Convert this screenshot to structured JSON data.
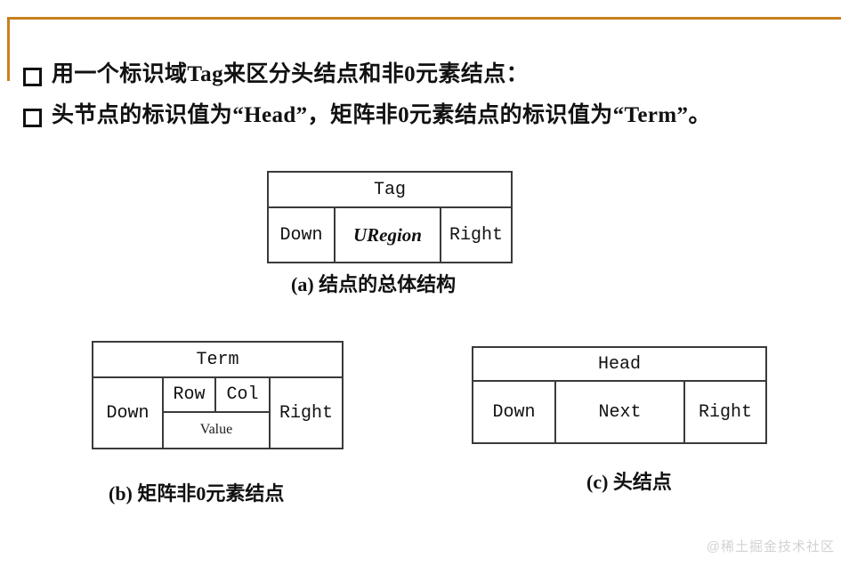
{
  "slide": {
    "background_color": "#ffffff",
    "accent_color": "#c8801f",
    "bullets": [
      {
        "text": "用一个标识域Tag来区分头结点和非0元素结点："
      },
      {
        "text": "头节点的标识值为“Head”，矩阵非0元素结点的标识值为“Term”。"
      }
    ]
  },
  "diagrams": {
    "general_node": {
      "tag": "Tag",
      "left": "Down",
      "middle": "URegion",
      "right": "Right",
      "caption": "(a) 结点的总体结构"
    },
    "term_node": {
      "tag": "Term",
      "left": "Down",
      "row": "Row",
      "col": "Col",
      "value": "Value",
      "right": "Right",
      "caption": "(b) 矩阵非0元素结点"
    },
    "head_node": {
      "tag": "Head",
      "left": "Down",
      "middle": "Next",
      "right": "Right",
      "caption": "(c) 头结点"
    }
  },
  "watermark": {
    "text": "@稀土掘金技术社区"
  }
}
